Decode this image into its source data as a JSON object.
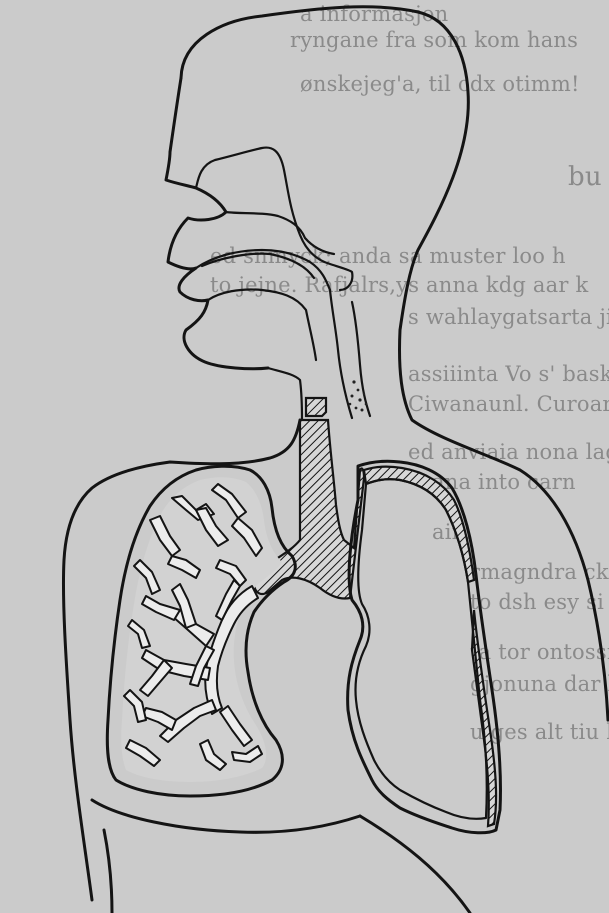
{
  "background_text": [
    "a informasjon",
    "ryngane fra som kom hans",
    "ønskejeg'a, til cdx otimm!",
    "bu",
    "ed snmyck; anda sa muster loo h",
    "to jejne. Rafjalrs,ys anna kdg aar k",
    "s wahlaygatsarta jic",
    "assiiinta Vo s' baske",
    "Ciwanaunl. Curoarus",
    "ed anviaia nona lag",
    "ana into carn",
    "ain.",
    "rmagndra ck",
    "to dsh esy si",
    "ta tor ontossr",
    "gjonuna dar kade",
    "uiges alt tiu hags"
  ],
  "colors": {
    "ink": "#141414",
    "paper": "#cbcbcb",
    "lung_interior": "#ececec"
  }
}
